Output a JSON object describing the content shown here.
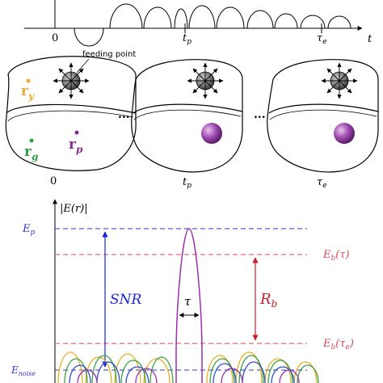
{
  "timeline": {
    "t_axis_label": "t",
    "marks": [
      "0",
      "t",
      "p",
      "τ",
      "e"
    ]
  },
  "chamber": {
    "feeding_point_label": "feeding point",
    "ellipsis": "...",
    "positions": [
      {
        "sym": "r",
        "sub": "y",
        "color": "#f0a830"
      },
      {
        "sym": "r",
        "sub": "g",
        "color": "#2ea043"
      },
      {
        "sym": "r",
        "sub": "p",
        "color": "#8e2a8e"
      }
    ],
    "frame_labels": [
      "0",
      "t",
      "p",
      "τ",
      "e"
    ]
  },
  "signal_plot": {
    "y_axis_label": "|E(r)|",
    "levels": {
      "E_p": {
        "main": "E",
        "sub": "p",
        "color": "#2a36d6"
      },
      "E_b_tau": {
        "main": "E",
        "sub": "b",
        "arg": "(τ)",
        "color": "#d94a5a"
      },
      "E_b_tau_e": {
        "main": "E",
        "sub": "b",
        "arg": "(τ",
        "arg_sub": "e",
        "arg_close": ")",
        "color": "#d94a5a"
      },
      "E_noise": {
        "main": "E",
        "sub": "noise",
        "color": "#2a36d6"
      }
    },
    "snr_label": "SNR",
    "rb_label": "R",
    "rb_sub": "b",
    "tau_label": "τ",
    "colors": {
      "snr_arrow": "#1a25d9",
      "rb_arrow": "#c8202f",
      "peak": "#9b2fb0",
      "lobe_yellow": "#e8b020",
      "lobe_green": "#3aa040",
      "lobe_blue": "#2a50d0"
    }
  }
}
